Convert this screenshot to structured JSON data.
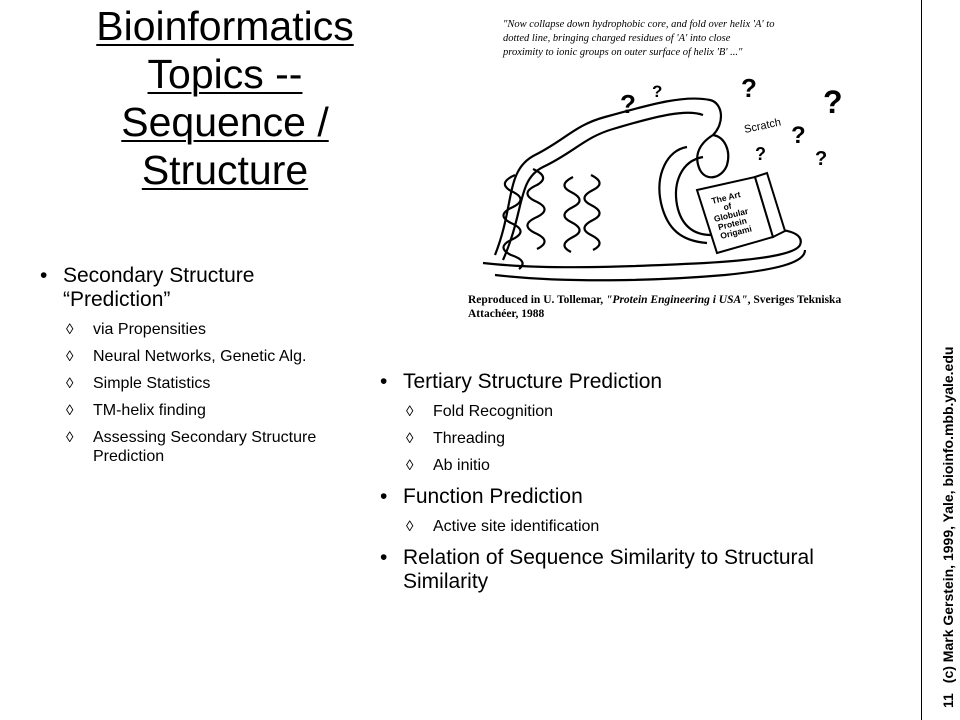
{
  "title": {
    "line1": "Bioinformatics",
    "line2": "Topics --",
    "line3": "Sequence /",
    "line4": "Structure"
  },
  "cartoon": {
    "quote_lines": [
      "\"Now collapse down hydrophobic core, and fold over helix 'A' to",
      "dotted line, bringing charged residues of 'A' into close",
      "proximity to ionic groups on outer surface of helix 'B' ...\""
    ],
    "sound_effect": "Scratch",
    "book_lines": [
      "The Art",
      "of",
      "Globular",
      "Protein",
      "Origami"
    ],
    "question_mark": "?"
  },
  "caption": {
    "prefix": "Reproduced in U. Tollemar, ",
    "italic": "\"Protein Engineering i USA\"",
    "suffix": ", Sveriges Tekniska Attachéer, 1988"
  },
  "left_list": {
    "item1": "Secondary Structure “Prediction”",
    "sub": [
      "via Propensities",
      "Neural Networks, Genetic Alg.",
      "Simple Statistics",
      "TM-helix finding",
      "Assessing Secondary Structure Prediction"
    ]
  },
  "right_list": {
    "item1": "Tertiary Structure Prediction",
    "item1_sub": [
      "Fold Recognition",
      "Threading",
      "Ab initio"
    ],
    "item2": "Function Prediction",
    "item2_sub": [
      "Active site identification"
    ],
    "item3": "Relation of Sequence Similarity to Structural Similarity"
  },
  "bullet_marker": "◊",
  "sidebar": {
    "slide_number": "11",
    "copyright": "(c) Mark Gerstein, 1999, Yale, bioinfo.mbb.yale.edu"
  }
}
